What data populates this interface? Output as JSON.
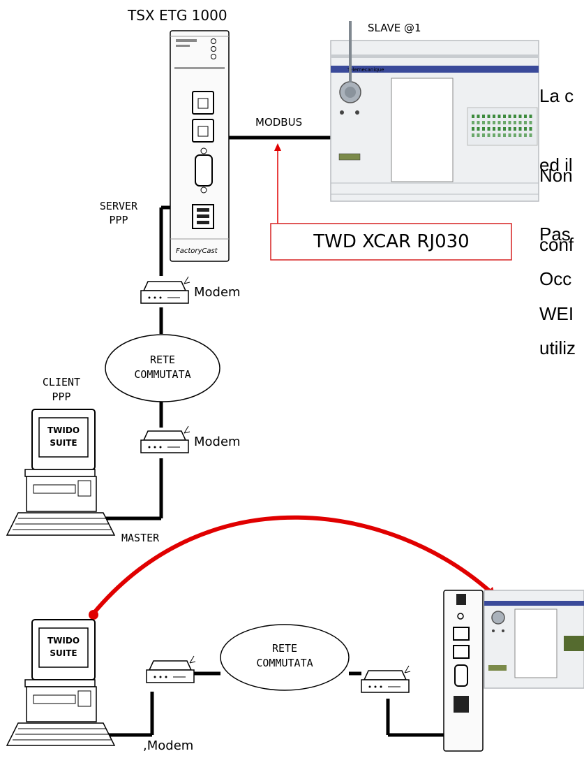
{
  "labels": {
    "etg_title": "TSX ETG 1000",
    "slave": "SLAVE @1",
    "modbus": "MODBUS",
    "server_line1": "SERVER",
    "server_line2": "PPP",
    "modem": "Modem",
    "rete1": "RETE",
    "rete2": "COMMUTATA",
    "client_line1": "CLIENT",
    "client_line2": "PPP",
    "master": "MASTER",
    "twido1": "TWIDO",
    "twido2": "SUITE",
    "cable": "TWD XCAR RJ030",
    "modem_bottom": ",Modem",
    "factorycast": "FactoryCast",
    "telemecanique": "Telemecanique"
  },
  "text_fragments": [
    [
      "La c",
      "ed il",
      "Pas"
    ],
    [
      "Non",
      "conf",
      "WEI"
    ],
    [
      "Occ",
      "utiliz"
    ]
  ],
  "colors": {
    "arrow_red": "#e00000",
    "cable_box_border": "#d62020",
    "plc_blue": "#3a4a9a",
    "wire": "#000000"
  }
}
